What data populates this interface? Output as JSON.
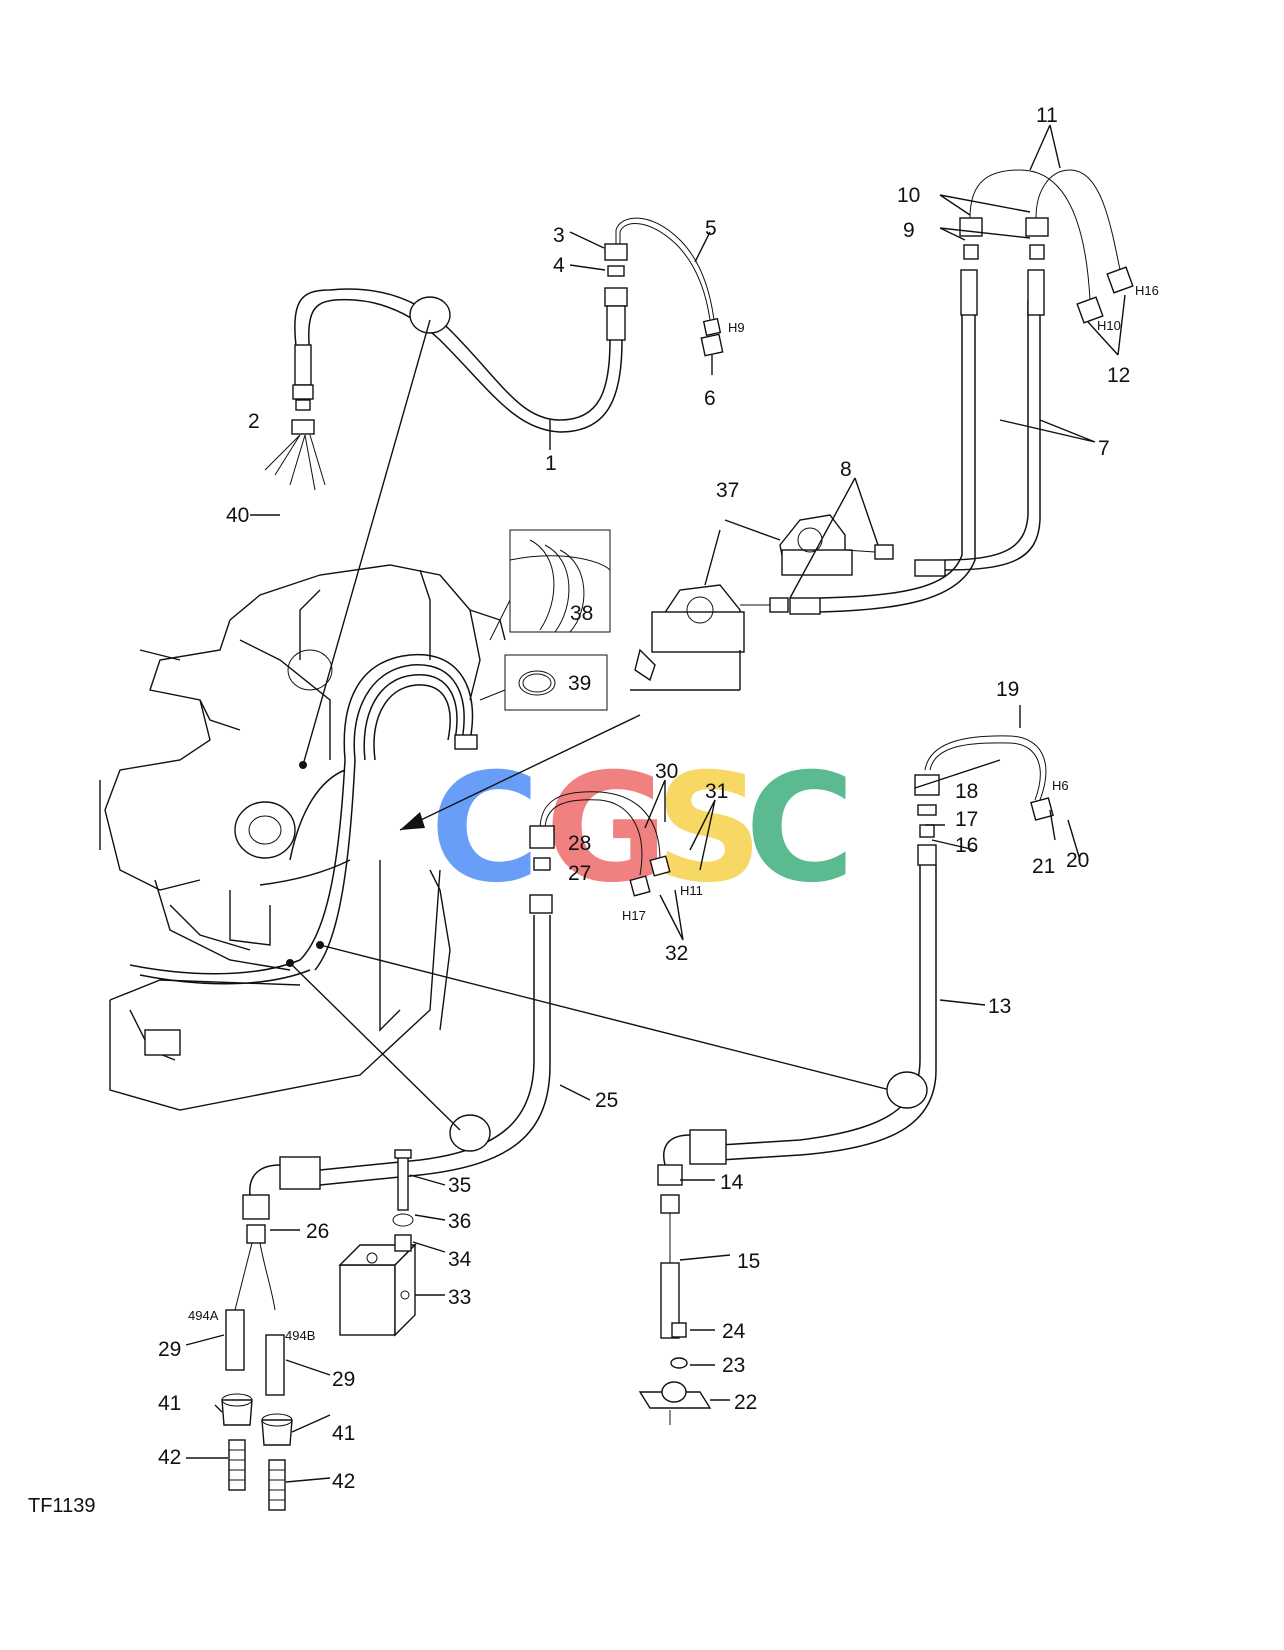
{
  "drawing_ref": "TF1139",
  "watermark": {
    "letters": [
      "C",
      "G",
      "S",
      "C"
    ],
    "colors": [
      "#4f8ef7",
      "#ef6b6b",
      "#f6d24a",
      "#3fae7c"
    ]
  },
  "callouts": {
    "c1": "1",
    "c2": "2",
    "c3": "3",
    "c4": "4",
    "c5": "5",
    "c6": "6",
    "c7": "7",
    "c8": "8",
    "c9": "9",
    "c10": "10",
    "c11": "11",
    "c12": "12",
    "c13": "13",
    "c14": "14",
    "c15": "15",
    "c16": "16",
    "c17": "17",
    "c18": "18",
    "c19": "19",
    "c20": "20",
    "c21": "21",
    "c22": "22",
    "c23": "23",
    "c24": "24",
    "c25": "25",
    "c26": "26",
    "c27": "27",
    "c28": "28",
    "c29a": "29",
    "c29b": "29",
    "c30": "30",
    "c31": "31",
    "c32": "32",
    "c33": "33",
    "c34": "34",
    "c35": "35",
    "c36": "36",
    "c37": "37",
    "c38": "38",
    "c39": "39",
    "c40": "40",
    "c41a": "41",
    "c41b": "41",
    "c42a": "42",
    "c42b": "42"
  },
  "tags": {
    "h9": "H9",
    "h10": "H10",
    "h16": "H16",
    "h6": "H6",
    "h11": "H11",
    "h17": "H17",
    "w494a": "494A",
    "w494b": "494B"
  }
}
